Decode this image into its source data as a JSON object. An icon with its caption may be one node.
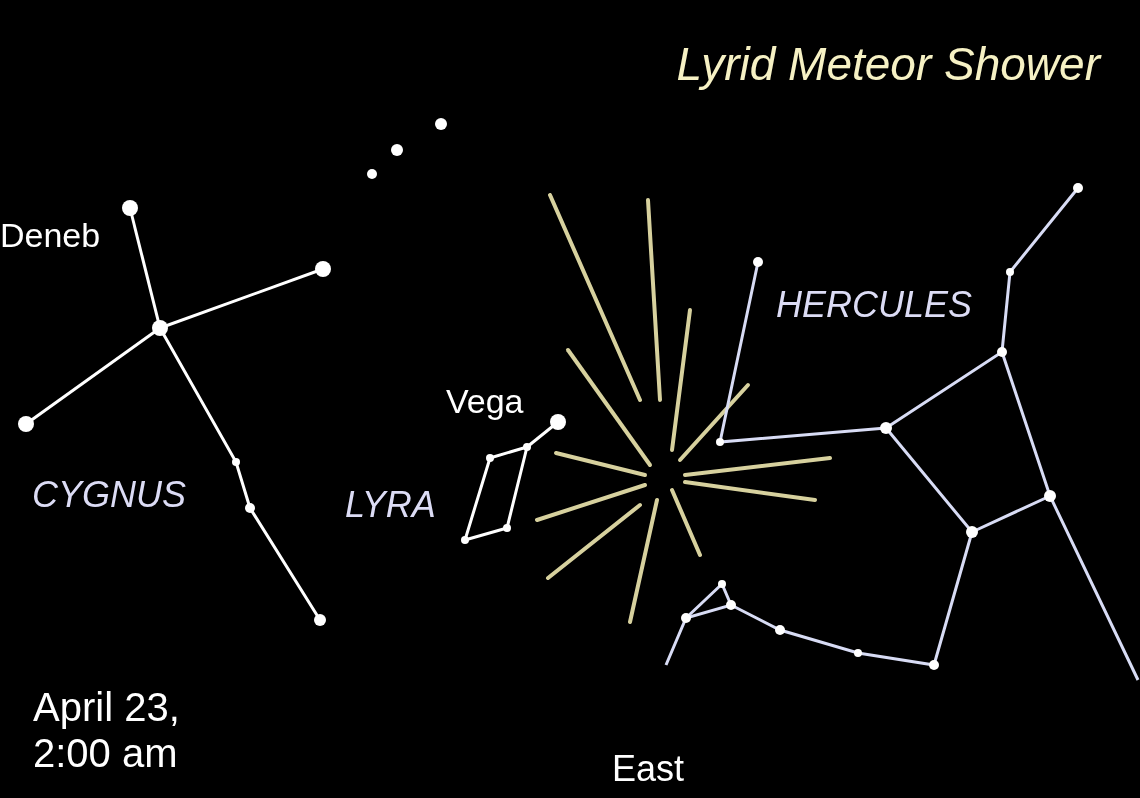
{
  "diagram": {
    "title": "Lyrid Meteor Shower",
    "labels": [
      "Deneb",
      "CYGNUS",
      "Vega",
      "LYRA",
      "HERCULES",
      "April 23, 2:00 am",
      "East"
    ]
  }
}
